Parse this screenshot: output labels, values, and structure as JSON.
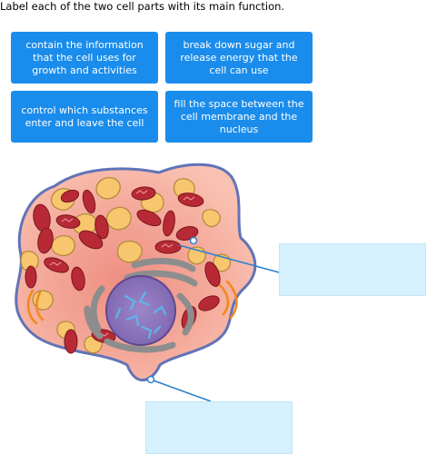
{
  "prompt": "Label each of the two cell parts with its main function.",
  "choices": [
    "contain the information that the cell uses for growth and activities",
    "break down sugar and release energy that the cell can use",
    "control which substances enter and leave the cell",
    "fill the space between the cell membrane and the nucleus"
  ],
  "colors": {
    "choice_bg": "#1a8ceb",
    "dropzone_bg": "#d4f1fd",
    "leader_line": "#2b7fd0",
    "cytoplasm": "#f6b5a6",
    "membrane": "#6273b6",
    "nucleus": "#8873b7",
    "mitochondria": "#b72a35",
    "vacuole": "#f7c66e"
  },
  "illustration": "animal-cell"
}
